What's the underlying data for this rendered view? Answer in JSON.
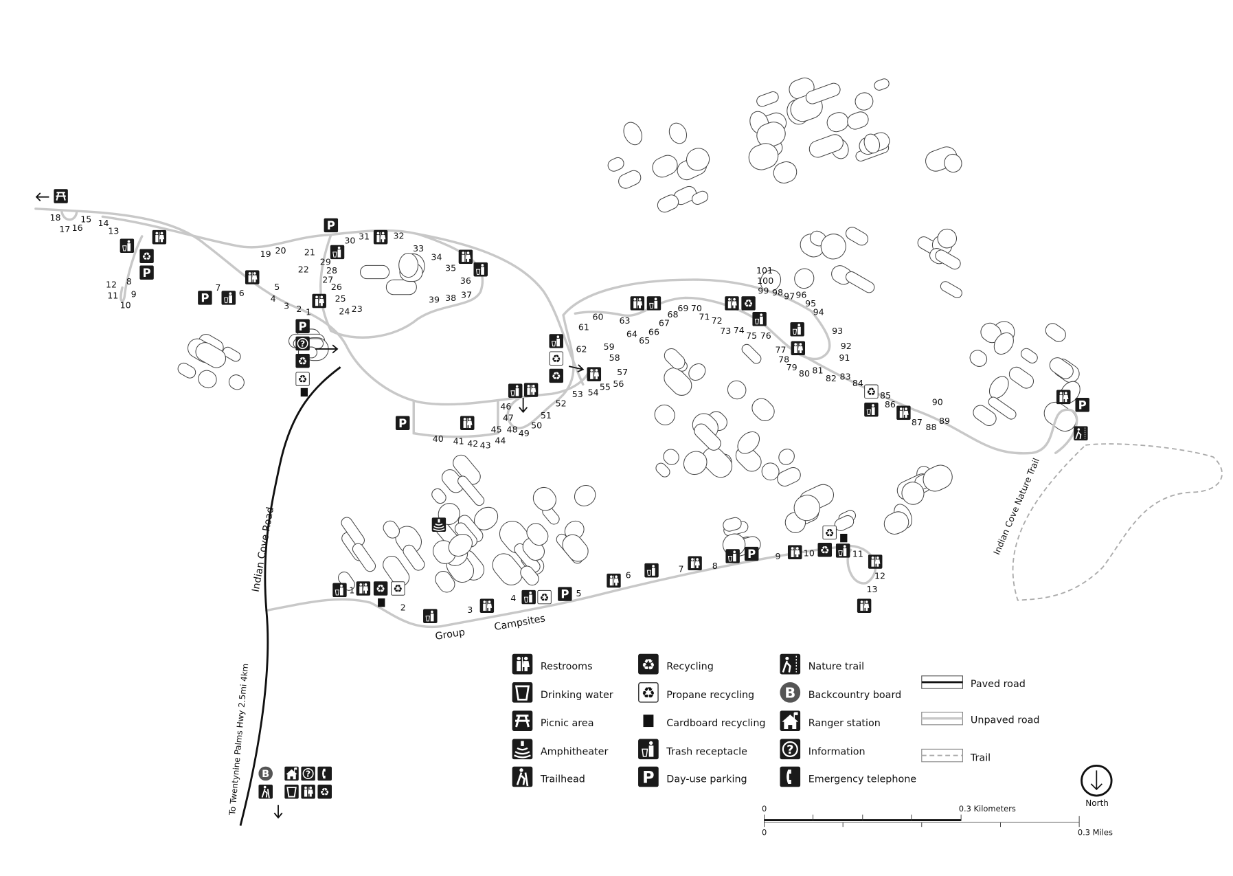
{
  "map": {
    "campsite_numbers": [
      "1",
      "2",
      "3",
      "4",
      "5",
      "6",
      "7",
      "8",
      "9",
      "10",
      "11",
      "12",
      "13",
      "14",
      "15",
      "16",
      "17",
      "18",
      "19",
      "20",
      "21",
      "22",
      "23",
      "24",
      "25",
      "26",
      "27",
      "28",
      "29",
      "30",
      "31",
      "32",
      "33",
      "34",
      "35",
      "36",
      "37",
      "38",
      "39",
      "40",
      "41",
      "42",
      "43",
      "44",
      "45",
      "46",
      "47",
      "48",
      "49",
      "50",
      "51",
      "52",
      "53",
      "54",
      "55",
      "56",
      "57",
      "58",
      "59",
      "60",
      "61",
      "62",
      "63",
      "64",
      "65",
      "66",
      "67",
      "68",
      "69",
      "70",
      "71",
      "72",
      "73",
      "74",
      "75",
      "76",
      "77",
      "78",
      "79",
      "80",
      "81",
      "82",
      "83",
      "84",
      "85",
      "86",
      "87",
      "88",
      "89",
      "90",
      "91",
      "92",
      "93",
      "94",
      "95",
      "96",
      "97",
      "98",
      "99",
      "100",
      "101"
    ],
    "group_campsite_numbers": [
      "1",
      "2",
      "3",
      "4",
      "5",
      "6",
      "7",
      "8",
      "9",
      "10",
      "11",
      "12",
      "13"
    ],
    "labels": {
      "indian_cove_road": "Indian Cove Road",
      "to_highway": "To Twentynine Palms Hwy 2.5mi 4km",
      "nature_trail": "Indian Cove Nature Trail",
      "group": "Group",
      "campsites": "Campsites"
    },
    "colors": {
      "icon": "#1a1a1a",
      "unpaved_road": "#c8c8c8",
      "paved_road": "#111111",
      "trail": "#aaaaaa"
    }
  },
  "legend": {
    "symbols": [
      {
        "icon": "restroom-icon",
        "label": "Restrooms"
      },
      {
        "icon": "drinking-water-icon",
        "label": "Drinking water"
      },
      {
        "icon": "picnic-icon",
        "label": "Picnic area"
      },
      {
        "icon": "amphitheater-icon",
        "label": "Amphitheater"
      },
      {
        "icon": "trailhead-icon",
        "label": "Trailhead"
      },
      {
        "icon": "recycling-icon",
        "label": "Recycling"
      },
      {
        "icon": "propane-recycling-icon",
        "label": "Propane recycling"
      },
      {
        "icon": "cardboard-recycling-icon",
        "label": "Cardboard recycling"
      },
      {
        "icon": "trash-icon",
        "label": "Trash receptacle"
      },
      {
        "icon": "parking-icon",
        "label": "Day-use parking"
      },
      {
        "icon": "nature-trail-icon",
        "label": "Nature trail"
      },
      {
        "icon": "backcountry-board-icon",
        "label": "Backcountry board"
      },
      {
        "icon": "ranger-station-icon",
        "label": "Ranger station"
      },
      {
        "icon": "information-icon",
        "label": "Information"
      },
      {
        "icon": "telephone-icon",
        "label": "Emergency telephone"
      }
    ],
    "roads": [
      {
        "type": "paved",
        "label": "Paved road"
      },
      {
        "type": "unpaved",
        "label": "Unpaved road"
      },
      {
        "type": "trail",
        "label": "Trail"
      }
    ]
  },
  "scale": {
    "zero_km": "0",
    "km": "0.3 Kilometers",
    "zero_mi": "0",
    "mi": "0.3 Miles"
  },
  "north": {
    "label": "North"
  }
}
